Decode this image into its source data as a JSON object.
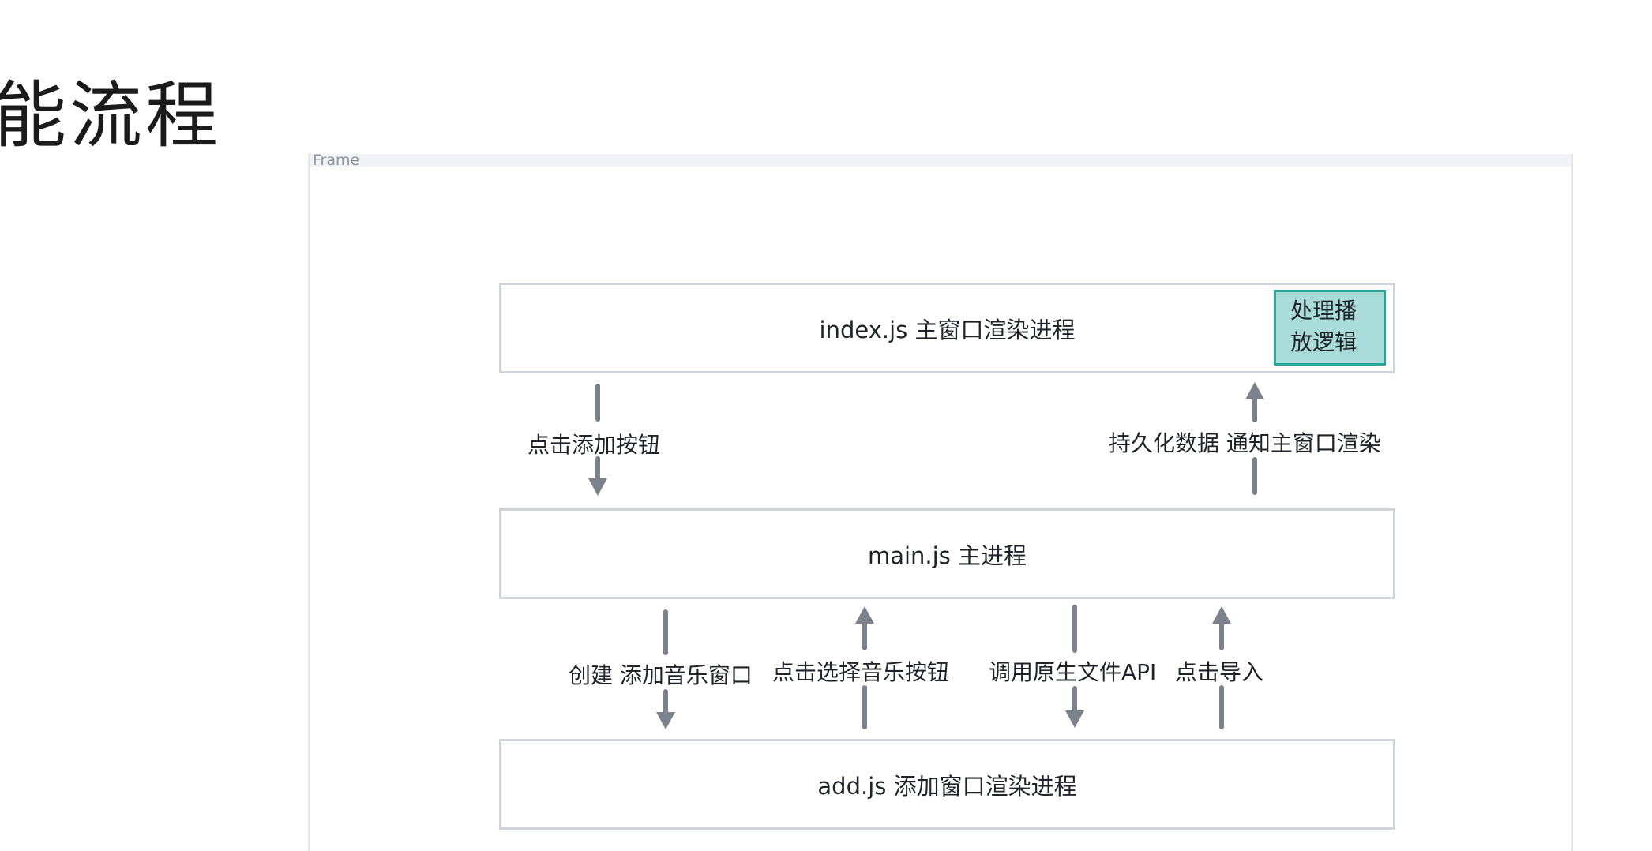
{
  "page": {
    "title": "能流程"
  },
  "frame": {
    "label": "Frame"
  },
  "diagram": {
    "boxes": {
      "index": "index.js 主窗口渲染进程",
      "main": "main.js 主进程",
      "add": "add.js 添加窗口渲染进程"
    },
    "note": {
      "line1": "处理播",
      "line2": "放逻辑"
    },
    "flows": {
      "click_add": "点击添加按钮",
      "persist_notify": "持久化数据 通知主窗口渲染",
      "create_window": "创建 添加音乐窗口",
      "click_select": "点击选择音乐按钮",
      "native_api": "调用原生文件API",
      "click_import": "点击导入"
    }
  },
  "colors": {
    "box_border": "#cfd3da",
    "arrow": "#7b828c",
    "note_fill": "#a9dcd9",
    "note_border": "#2aa59a"
  }
}
